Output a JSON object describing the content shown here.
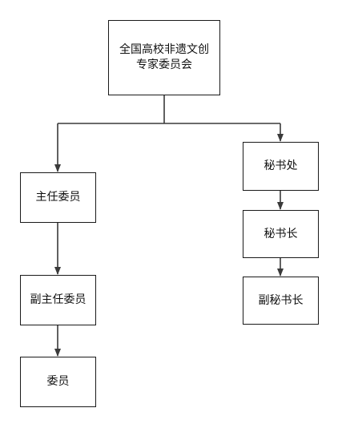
{
  "colors": {
    "line": "#3a3a3a",
    "box_border": "#1a1a1a",
    "text": "#111111",
    "background": "#ffffff"
  },
  "nodes": {
    "root": {
      "line1": "全国高校非遗文创",
      "line2": "专家委员会"
    },
    "director": {
      "label": "主任委员"
    },
    "deputy_director": {
      "label": "副主任委员"
    },
    "member": {
      "label": "委员"
    },
    "secretariat": {
      "label": "秘书处"
    },
    "secretary_general": {
      "label": "秘书长"
    },
    "deputy_secretary_general": {
      "label": "副秘书长"
    }
  }
}
